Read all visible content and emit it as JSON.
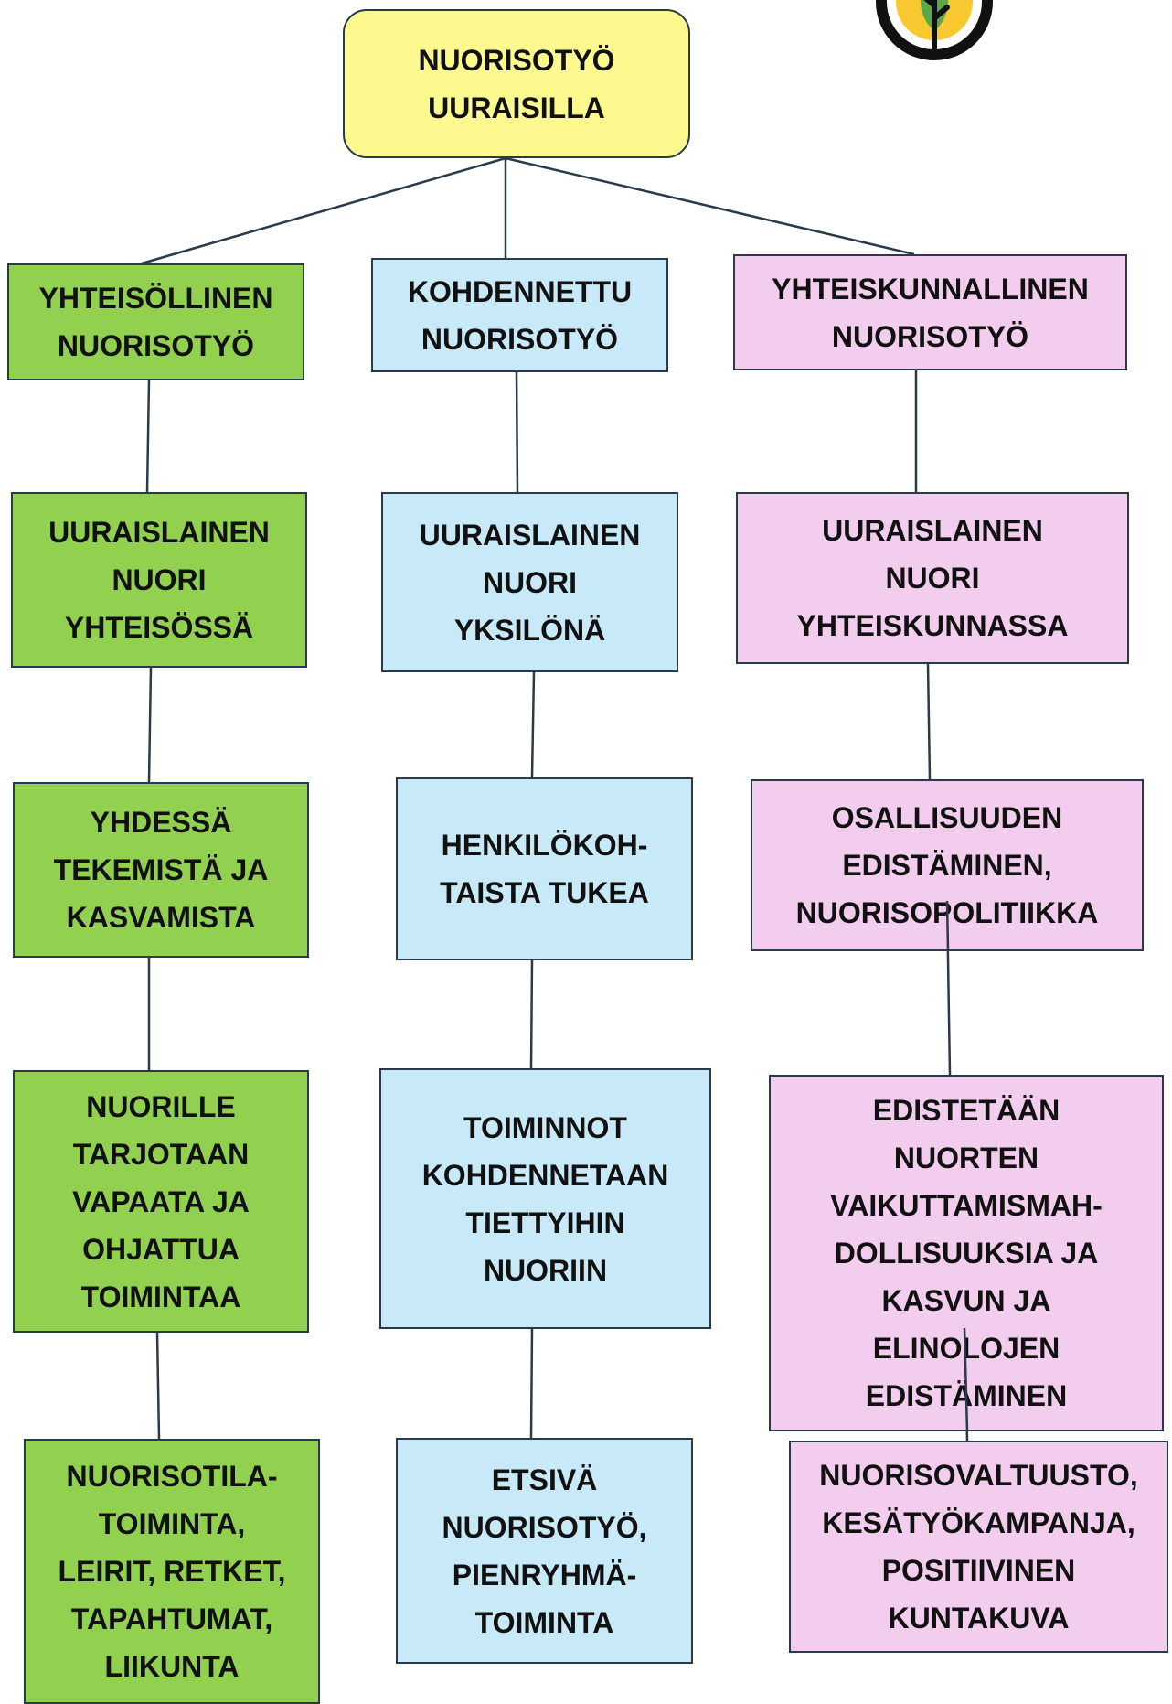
{
  "colors": {
    "root": "#fdf98e",
    "community": "#92d050",
    "targeted": "#c8eaf8",
    "societal": "#f2cdee",
    "border": "#2a3a4a",
    "logo_ring": "#111111",
    "logo_fill": "#f7c82f",
    "logo_leaf": "#5aa84a"
  },
  "logo": {
    "icon": "tree-leaf-logo-icon"
  },
  "root": {
    "label": "NUORISOTYÖ\nUURAISILLA"
  },
  "columns": [
    {
      "id": "community",
      "header": "YHTEISÖLLINEN\nNUORISOTYÖ",
      "steps": [
        "UURAISLAINEN\nNUORI\nYHTEISÖSSÄ",
        "YHDESSÄ\nTEKEMISTÄ JA\nKASVAMISTA",
        "NUORILLE\nTARJOTAAN\nVAPAATA JA\nOHJATTUA\nTOIMINTAA",
        "NUORISOTILA-\nTOIMINTA,\nLEIRIT, RETKET,\nTAPAHTUMAT,\nLIIKUNTA"
      ]
    },
    {
      "id": "targeted",
      "header": "KOHDENNETTU\nNUORISOTYÖ",
      "steps": [
        "UURAISLAINEN\nNUORI\nYKSILÖNÄ",
        "HENKILÖKOH-\nTAISTA TUKEA",
        "TOIMINNOT\nKOHDENNETAAN\nTIETTYIHIN\nNUORIIN",
        "ETSIVÄ\nNUORISOTYÖ,\nPIENRYHMÄ-\nTOIMINTA"
      ]
    },
    {
      "id": "societal",
      "header": "YHTEISKUNNALLINEN\nNUORISOTYÖ",
      "steps": [
        "UURAISLAINEN\nNUORI\nYHTEISKUNNASSA",
        "OSALLISUUDEN\nEDISTÄMINEN,\nNUORISOPOLITIIKKA",
        "EDISTETÄÄN\nNUORTEN\nVAIKUTTAMISMAH-\nDOLLISUUKSIA JA\nKASVUN JA\nELINOLOJEN\nEDISTÄMINEN",
        "NUORISOVALTUUSTO,\nKESÄTYÖKAMPANJA,\nPOSITIIVINEN\nKUNTAKUVA"
      ]
    }
  ]
}
